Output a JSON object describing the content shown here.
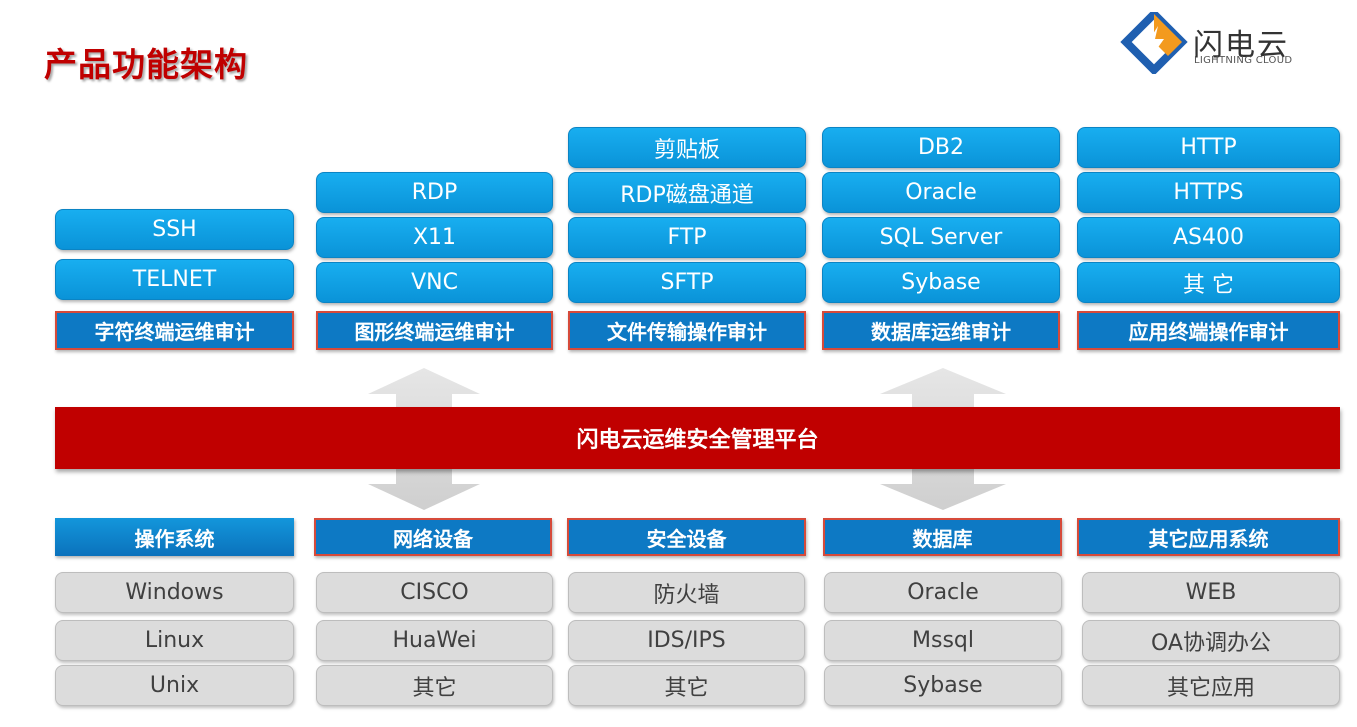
{
  "title": "产品功能架构",
  "logo": {
    "name_cn": "闪电云",
    "name_en": "LIGHTNING CLOUD"
  },
  "platform": "闪电云运维安全管理平台",
  "audit_columns": [
    {
      "category": "字符终端运维审计",
      "items": [
        "SSH",
        "TELNET"
      ]
    },
    {
      "category": "图形终端运维审计",
      "items": [
        "RDP",
        "X11",
        "VNC"
      ]
    },
    {
      "category": "文件传输操作审计",
      "items": [
        "剪贴板",
        "RDP磁盘通道",
        "FTP",
        "SFTP"
      ]
    },
    {
      "category": "数据库运维审计",
      "items": [
        "DB2",
        "Oracle",
        "SQL Server",
        "Sybase"
      ]
    },
    {
      "category": "应用终端操作审计",
      "items": [
        "HTTP",
        "HTTPS",
        "AS400",
        "其 它"
      ]
    }
  ],
  "resource_columns": [
    {
      "category": "操作系统",
      "items": [
        "Windows",
        "Linux",
        "Unix"
      ]
    },
    {
      "category": "网络设备",
      "items": [
        "CISCO",
        "HuaWei",
        "其它"
      ]
    },
    {
      "category": "安全设备",
      "items": [
        "防火墙",
        "IDS/IPS",
        "其它"
      ]
    },
    {
      "category": "数据库",
      "items": [
        "Oracle",
        "Mssql",
        "Sybase"
      ]
    },
    {
      "category": "其它应用系统",
      "items": [
        "WEB",
        "OA协调办公",
        "其它应用"
      ]
    }
  ],
  "colors": {
    "accent": "#c00000",
    "pill": "#0a93d8",
    "category": "#0d79c4",
    "gray": "#dcdcdc"
  }
}
